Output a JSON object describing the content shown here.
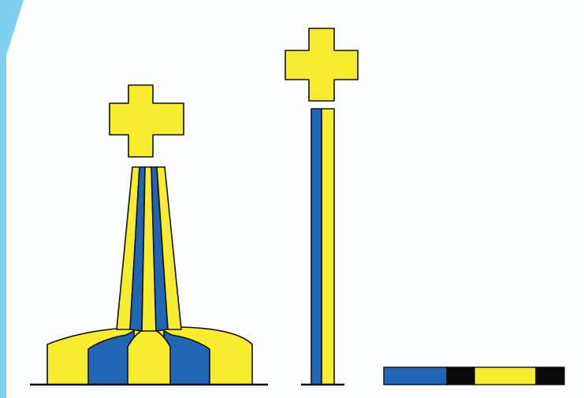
{
  "colors": {
    "frame": "#7fcff0",
    "panel": "#fbfcfd",
    "yellow": "#f8ec2e",
    "blue": "#2166b4",
    "black": "#0a0a0a",
    "outline": "#111111"
  },
  "figures": [
    {
      "name": "tapered-monument-with-cross",
      "stripes": [
        "yellow",
        "blue",
        "yellow",
        "blue",
        "yellow"
      ]
    },
    {
      "name": "straight-column-with-cross",
      "stripes": [
        "blue",
        "yellow"
      ]
    },
    {
      "name": "horizontal-bar",
      "segments": [
        "blue",
        "black",
        "yellow",
        "black"
      ]
    }
  ]
}
